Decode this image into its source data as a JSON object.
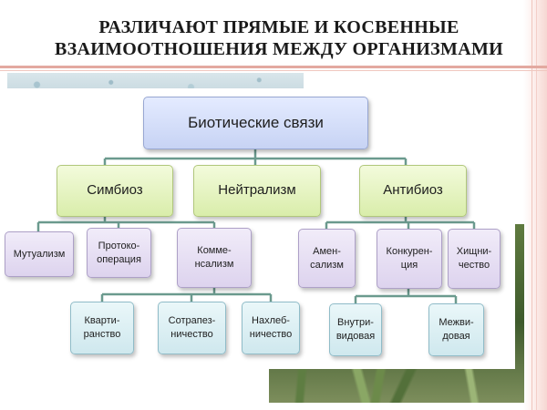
{
  "slide": {
    "title_line1": "РАЗЛИЧАЮТ ПРЯМЫЕ И КОСВЕННЫЕ",
    "title_line2": "ВЗАИМООТНОШЕНИЯ МЕЖДУ ОРГАНИЗМАМИ",
    "accent_color": "#e3a9a0"
  },
  "diagram": {
    "root": "Биотические связи",
    "level1": {
      "symbiosis": "Симбиоз",
      "neutralism": "Нейтрализм",
      "antibiosis": "Антибиоз"
    },
    "symbiosis_children": {
      "mutualism": "Мутуализм",
      "protocooperation": "Протоко-\nоперация",
      "commensalism": "Комме-\nнсализм"
    },
    "commensalism_children": {
      "quartering": "Кварти-\nранство",
      "companionship": "Сотрапез-\nничество",
      "freeloading": "Нахлеб-\nничество"
    },
    "antibiosis_children": {
      "amensalism": "Амен-\nсализм",
      "competition": "Конкурен-\nция",
      "predation": "Хищни-\nчество"
    },
    "competition_children": {
      "intraspecific": "Внутри-\nвидовая",
      "interspecific": "Межви-\nдовая"
    },
    "colors": {
      "root": "#c7d3f4",
      "level1": "#d9edaa",
      "level2": "#ddd3ee",
      "level3": "#cfe8ee",
      "connector": "#6b9a8e"
    }
  }
}
